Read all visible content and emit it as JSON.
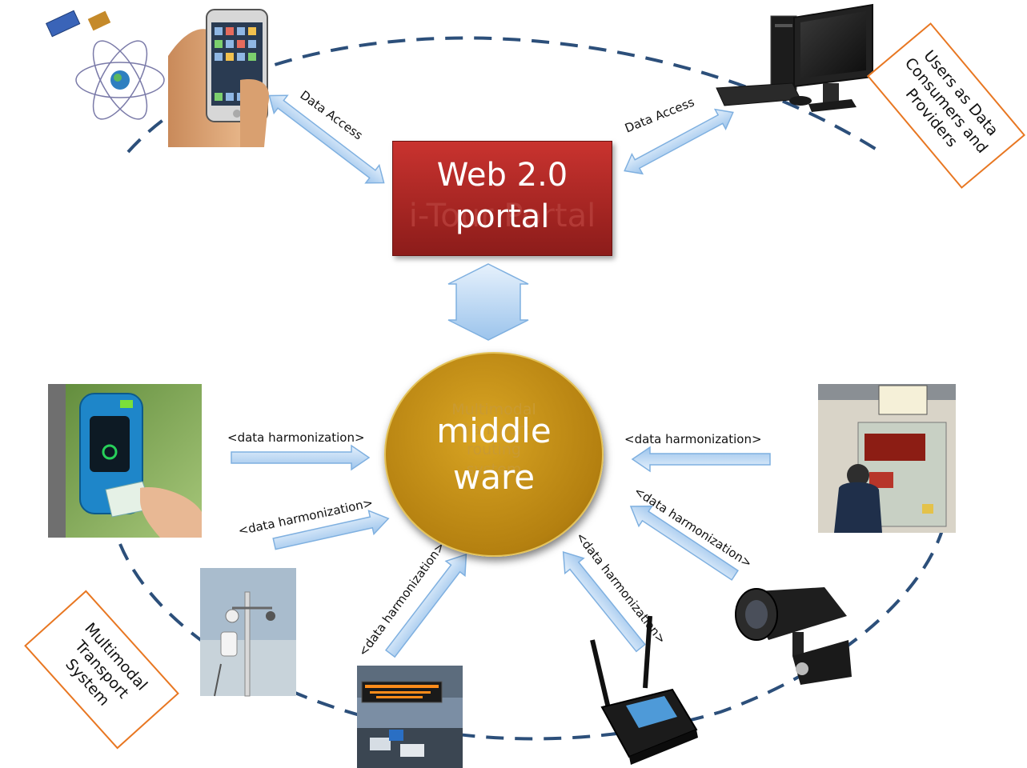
{
  "portal": {
    "title_line1": "Web 2.0",
    "title_line2": "portal",
    "ghost_text": "i-Tour Portal"
  },
  "middleware": {
    "title_line1": "middle",
    "title_line2": "ware",
    "ghost_lines": [
      "Multimodal",
      "Transport",
      "routing",
      "system"
    ]
  },
  "notes": {
    "users": [
      "Users as Data",
      "Consumers and",
      "Providers"
    ],
    "transport": [
      "Multimodal",
      "Transport",
      "System"
    ]
  },
  "labels": {
    "data_access_left": "Data Access",
    "data_access_right": "Data Access",
    "harmonization_ticket": "<data harmonization>",
    "harmonization_weather": "<data harmonization>",
    "harmonization_sign": "<data harmonization>",
    "harmonization_router": "<data harmonization>",
    "harmonization_camera": "<data harmonization>",
    "harmonization_kiosk": "<data harmonization>"
  },
  "colors": {
    "portal": "#a52a27",
    "middleware": "#b8860b",
    "arrow": "#a9cdf0",
    "dashed_loop": "#2c4f7a",
    "note_border": "#e87722"
  }
}
